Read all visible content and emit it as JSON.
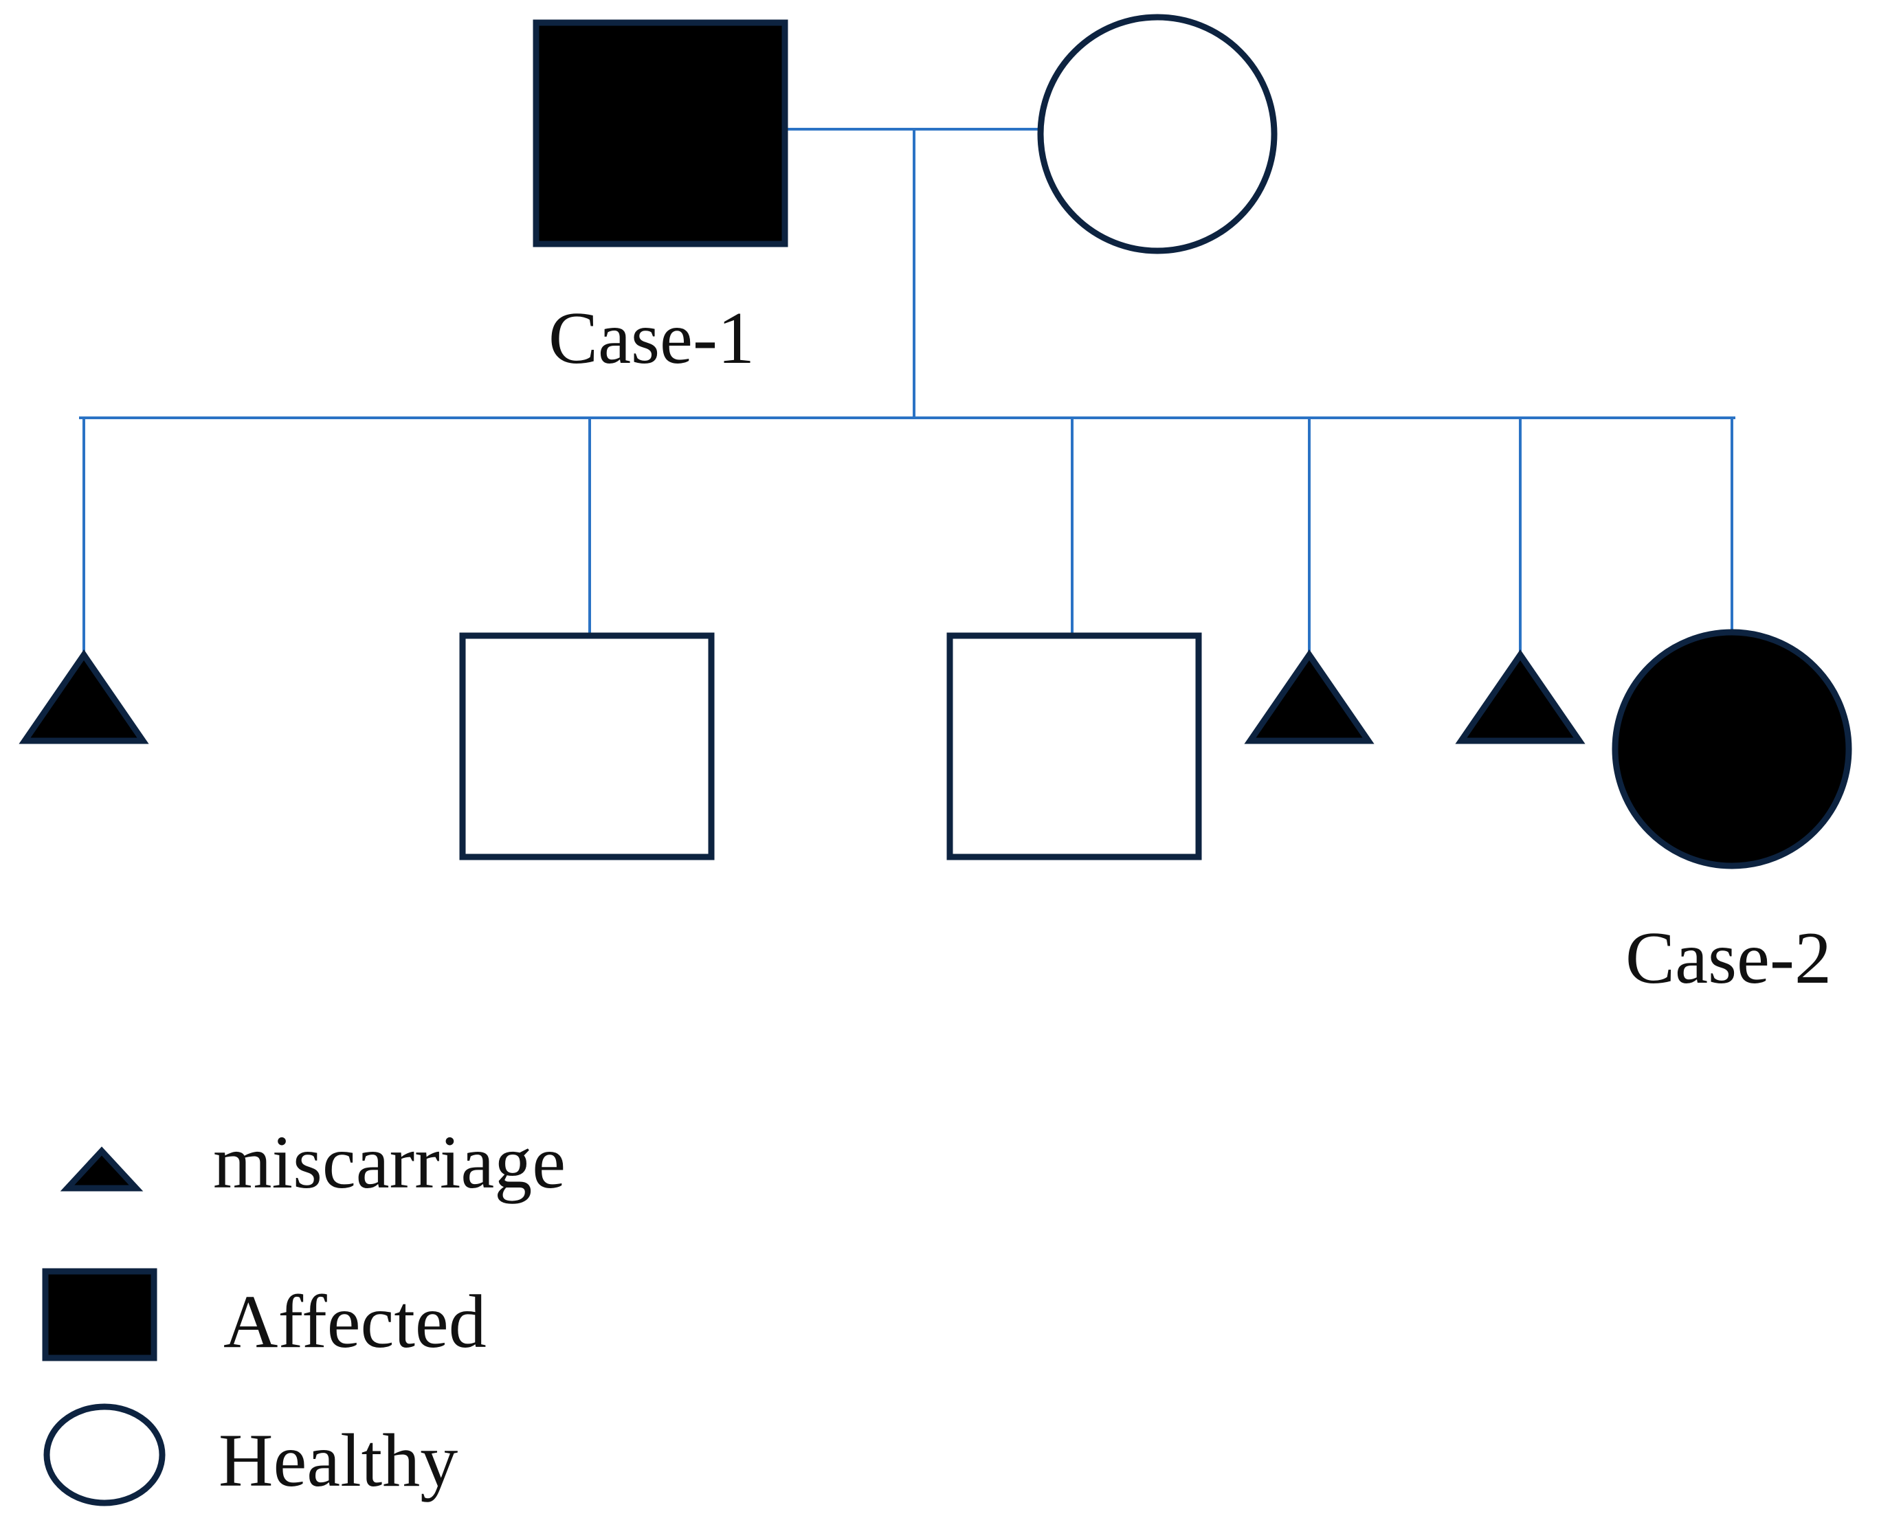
{
  "colors": {
    "line": "#2b73c5",
    "outline": "#0d2340",
    "affected_fill": "#000000",
    "healthy_fill": "#ffffff",
    "text": "#111111"
  },
  "pedigree": {
    "generation_1": {
      "father": {
        "symbol": "square",
        "status": "affected",
        "label": "Case-1"
      },
      "mother": {
        "symbol": "circle",
        "status": "healthy",
        "label": ""
      }
    },
    "generation_2": [
      {
        "symbol": "triangle",
        "status": "miscarriage",
        "label": ""
      },
      {
        "symbol": "square",
        "status": "healthy",
        "label": ""
      },
      {
        "symbol": "square",
        "status": "healthy",
        "label": ""
      },
      {
        "symbol": "triangle",
        "status": "miscarriage",
        "label": ""
      },
      {
        "symbol": "triangle",
        "status": "miscarriage",
        "label": ""
      },
      {
        "symbol": "circle",
        "status": "affected",
        "label": "Case-2"
      }
    ]
  },
  "legend": [
    {
      "icon": "triangle-icon",
      "label": "miscarriage"
    },
    {
      "icon": "filled-square-icon",
      "label": "Affected"
    },
    {
      "icon": "open-circle-icon",
      "label": "Healthy"
    }
  ]
}
